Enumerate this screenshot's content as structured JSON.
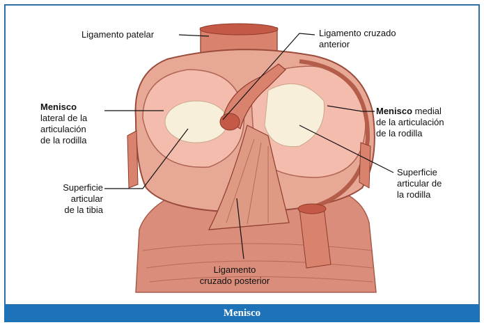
{
  "caption": "Menisco",
  "labels": {
    "ligamento_patelar": "Ligamento patelar",
    "lca_line1": "Ligamento cruzado",
    "lca_line2": "anterior",
    "menisco_lateral_bold": "Menisco",
    "menisco_lateral_line1": "lateral de la",
    "menisco_lateral_line2": "articulación",
    "menisco_lateral_line3": "de la rodilla",
    "menisco_medial_bold": "Menisco",
    "menisco_medial_rest": " medial",
    "menisco_medial_line2": "de la articulación",
    "menisco_medial_line3": "de la rodilla",
    "sup_tibia_line1": "Superficie",
    "sup_tibia_line2": "articular",
    "sup_tibia_line3": "de la tibia",
    "sup_rodilla_line1": "Superficie",
    "sup_rodilla_line2": "articular de",
    "sup_rodilla_line3": "la rodilla",
    "lcp_line1": "Ligamento",
    "lcp_line2": "cruzado posterior"
  },
  "colors": {
    "frame_border": "#2f6fa8",
    "caption_bg": "#1e73b8",
    "tissue": "#e6a08e",
    "tissue_dark": "#c8705c",
    "cartilage": "#f7eed9",
    "meniscus": "#efb3a4"
  }
}
